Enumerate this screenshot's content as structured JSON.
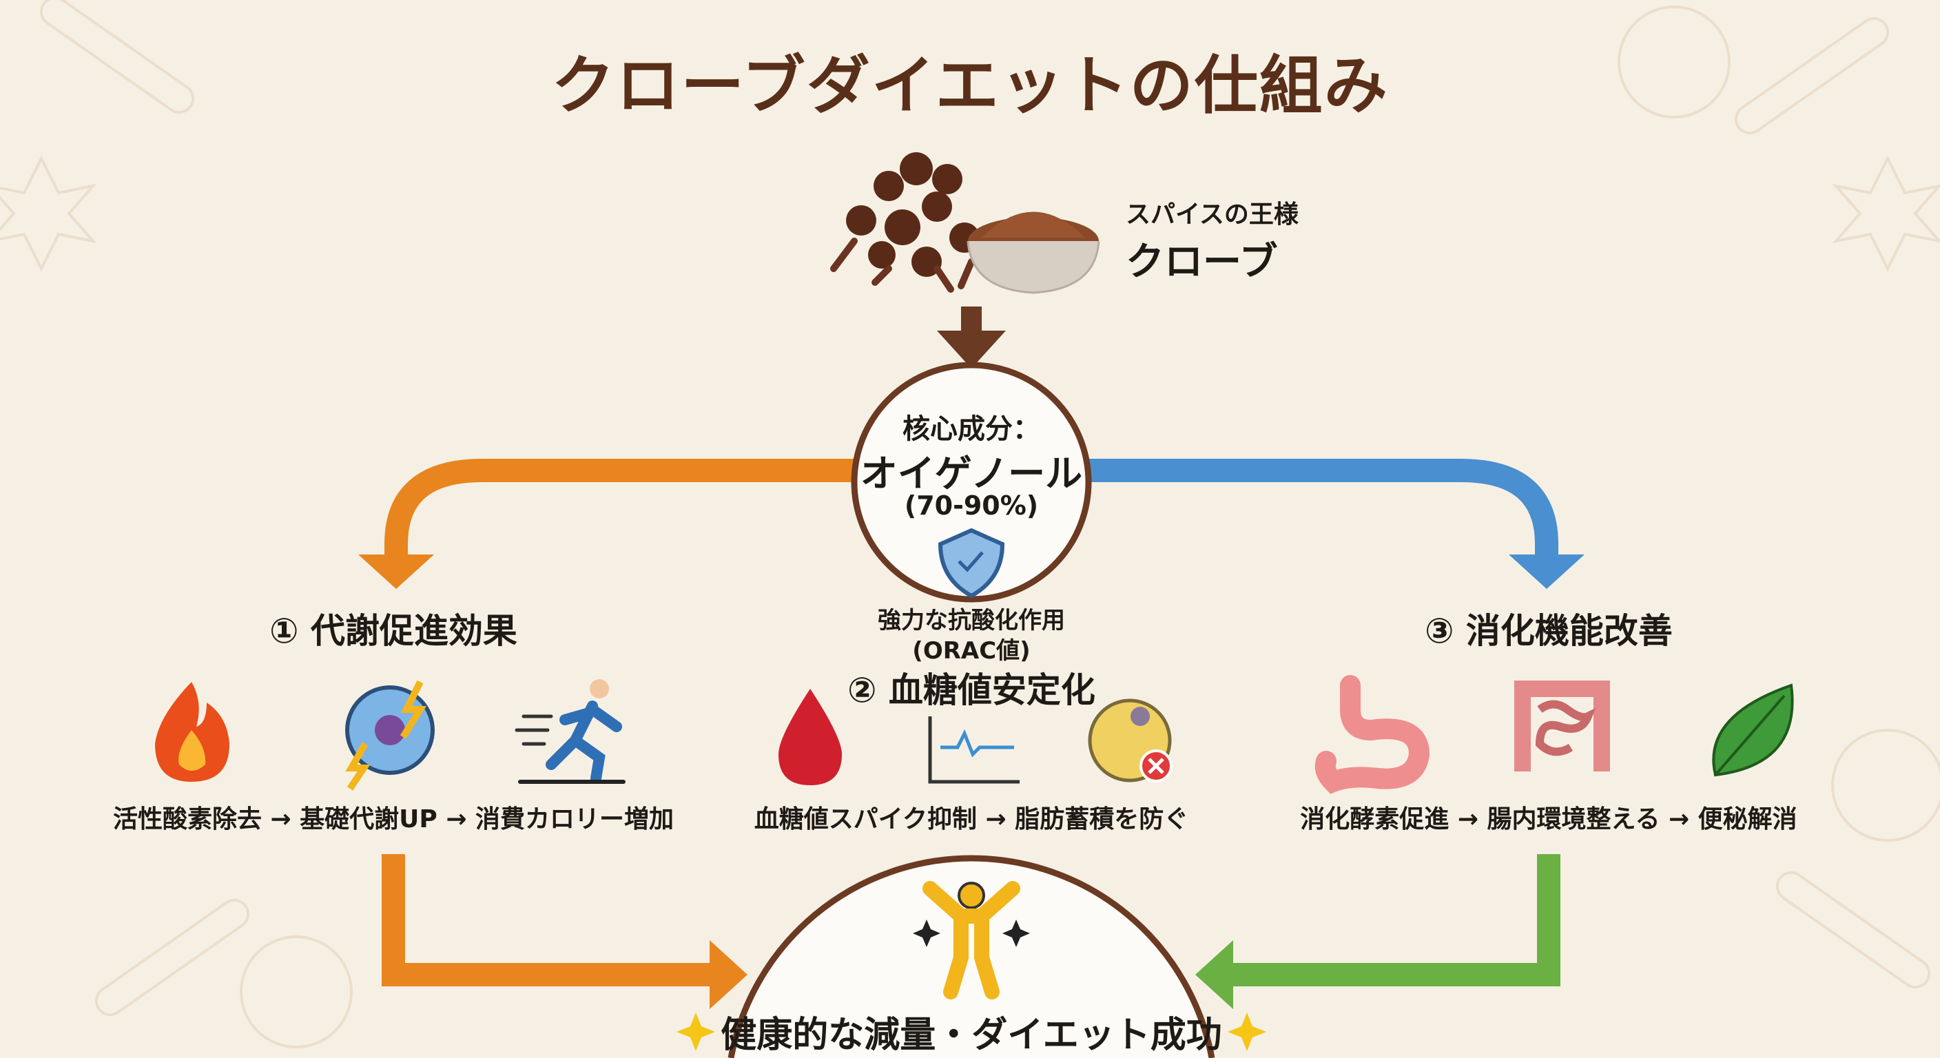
{
  "title": "クローブダイエットの仕組み",
  "clove": {
    "subtitle": "スパイスの王様",
    "name": "クローブ"
  },
  "core": {
    "label": "核心成分：",
    "compound": "オイゲノール",
    "percent": "(70-90%)"
  },
  "antioxidant": {
    "line1": "強力な抗酸化作用",
    "line2": "(ORAC値)"
  },
  "sections": [
    {
      "heading": "① 代謝促進効果",
      "description": "活性酸素除去 → 基礎代謝UP → 消費カロリー増加",
      "icons": [
        "fire-icon",
        "cell-energy-icon",
        "running-person-icon"
      ]
    },
    {
      "heading": "② 血糖値安定化",
      "description": "血糖値スパイク抑制 → 脂肪蓄積を防ぐ",
      "icons": [
        "blood-drop-icon",
        "glucose-chart-icon",
        "fat-cell-blocked-icon"
      ]
    },
    {
      "heading": "③ 消化機能改善",
      "description": "消化酵素促進 → 腸内環境整える → 便秘解消",
      "icons": [
        "stomach-icon",
        "intestine-icon",
        "leaf-icon"
      ]
    }
  ],
  "result": "健康的な減量・ダイエット成功",
  "colors": {
    "brown": "#6b3a22",
    "orange": "#e8851f",
    "blue": "#4a8fd0",
    "green": "#6ab043",
    "background": "#f6f0e4"
  }
}
